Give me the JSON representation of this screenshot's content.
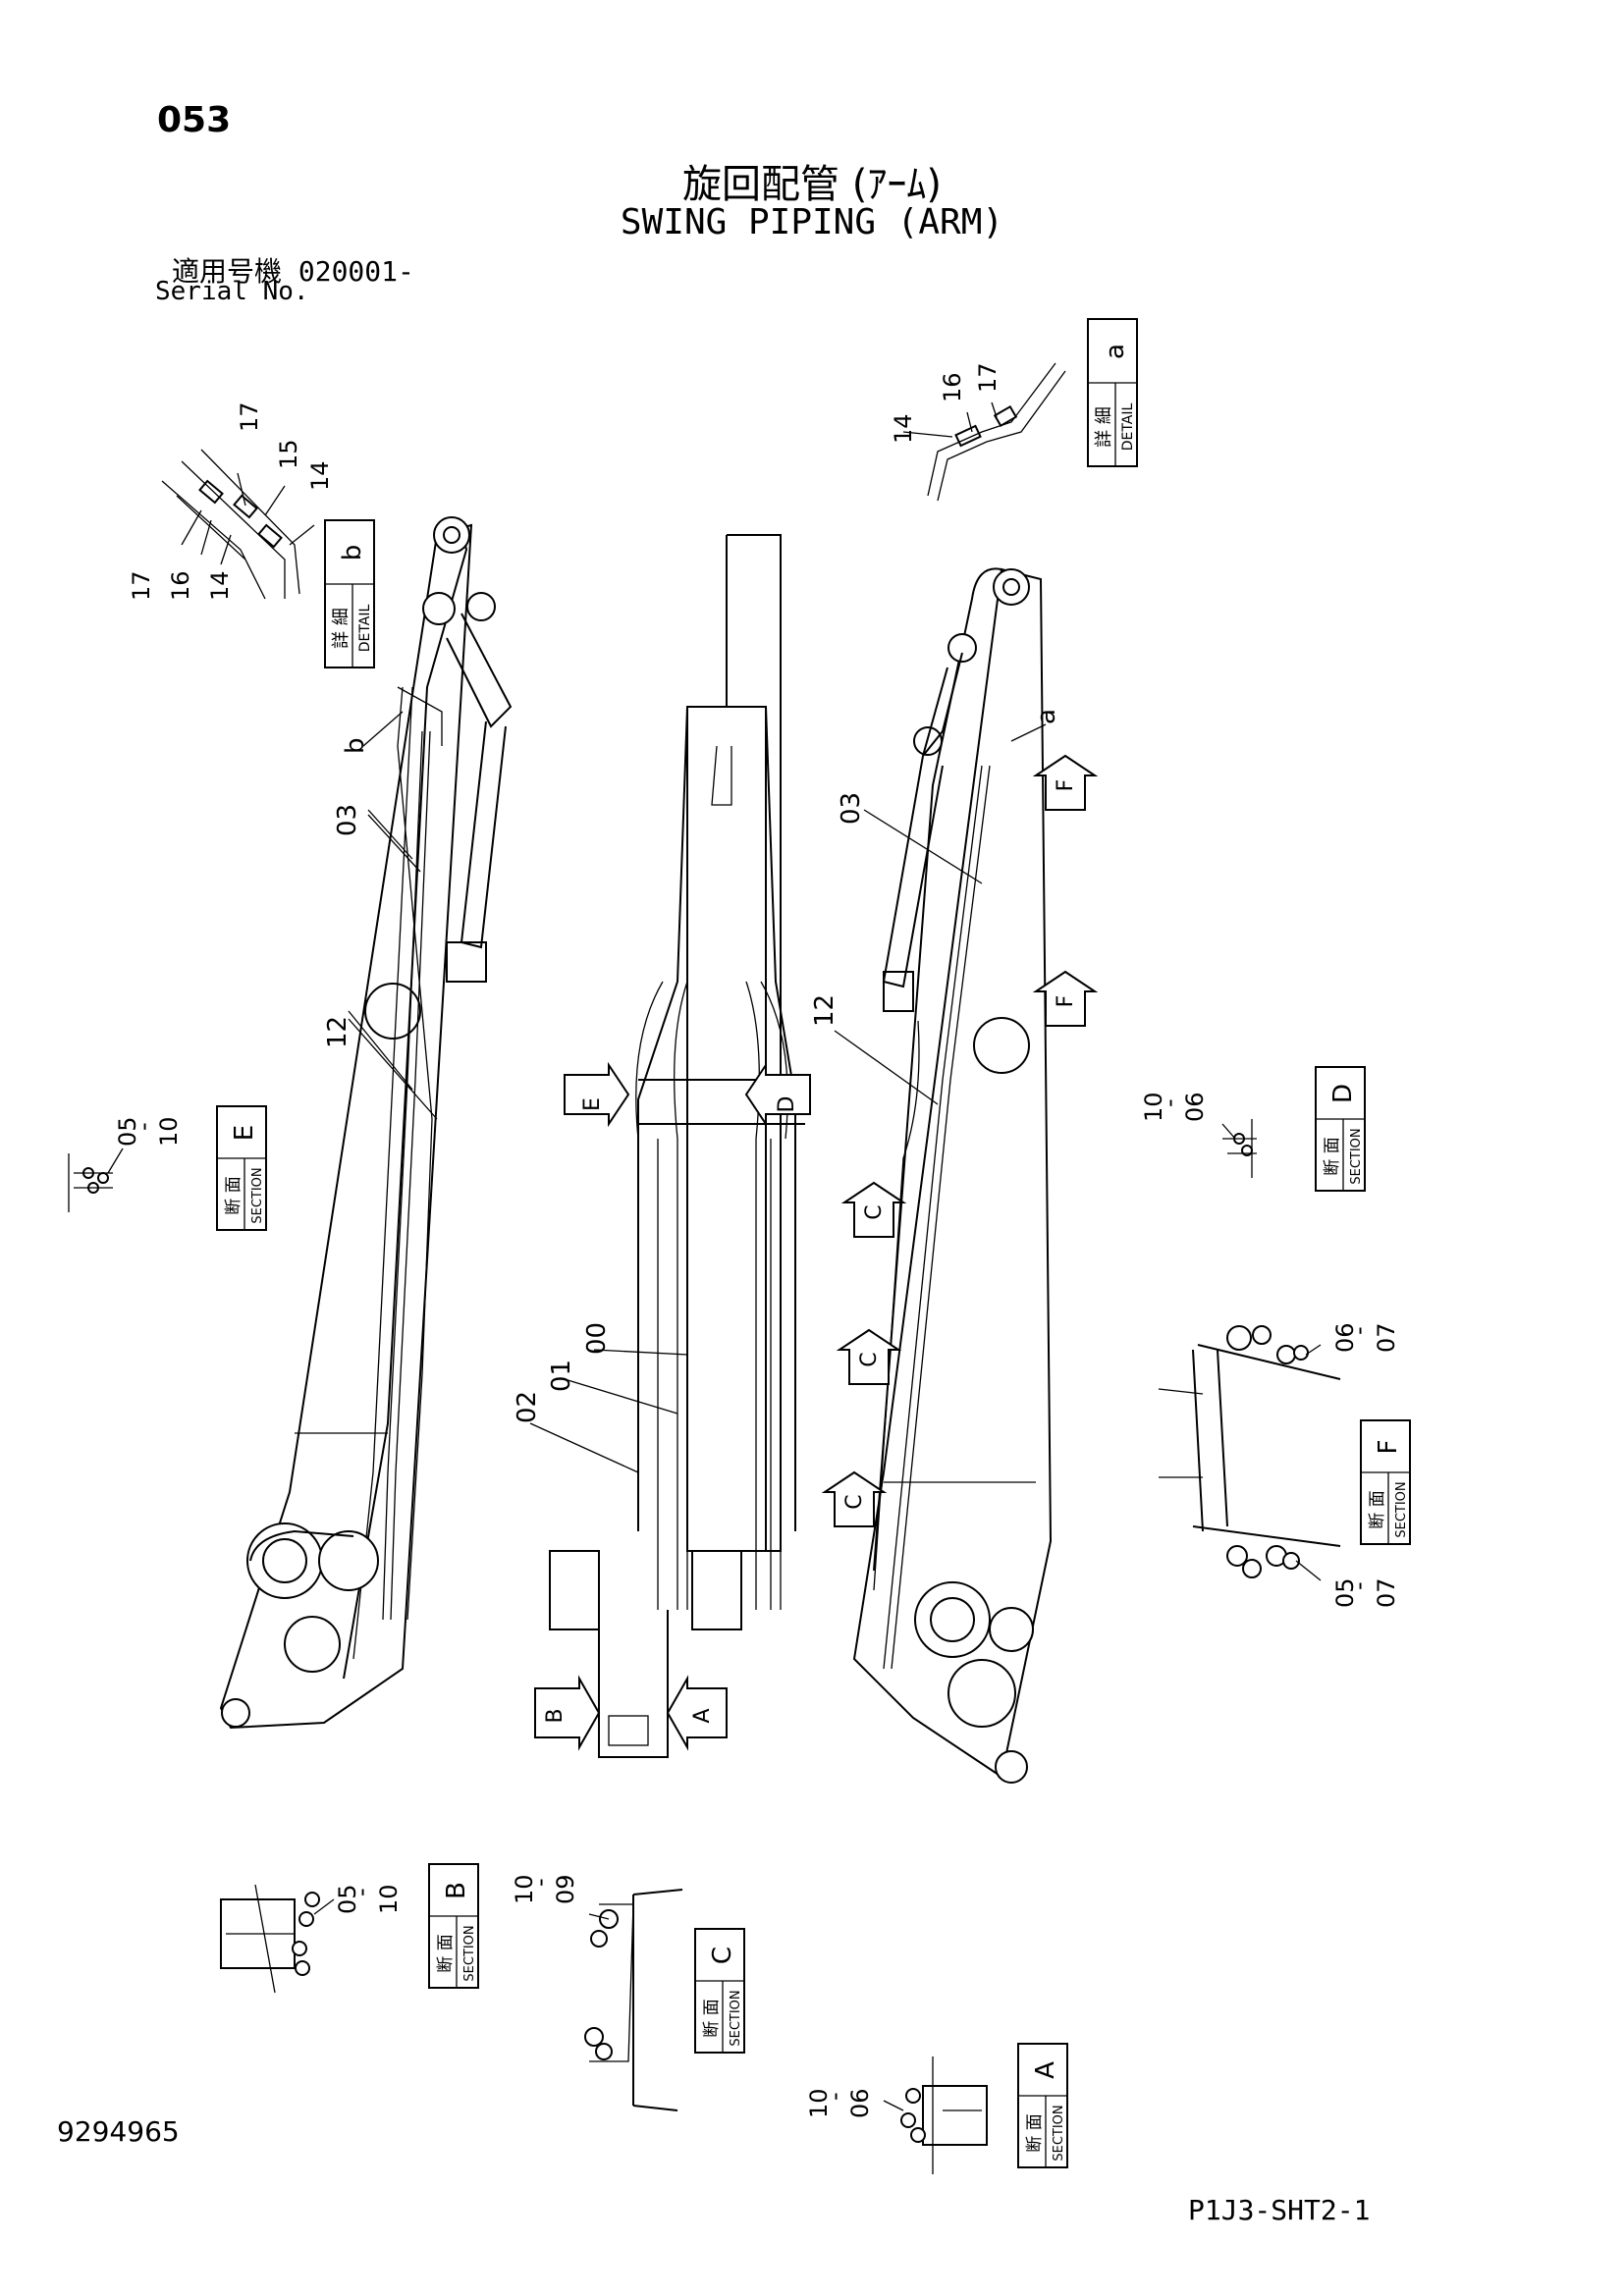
{
  "page_number": "053",
  "title_jp": "旋回配管 (ｱｰﾑ)",
  "title_en": "SWING PIPING (ARM)",
  "serial_jp": "適用号機  020001-",
  "serial_en": "Serial No.",
  "doc_number": "9294965",
  "sheet_code": "P1J3-SHT2-1",
  "box_labels": {
    "detail_jp": "詳 細",
    "detail_en": "DETAIL",
    "section_jp": "断 面",
    "section_en": "SECTION"
  },
  "details": [
    {
      "letter": "a",
      "callouts": [
        "14",
        "16",
        "17"
      ]
    },
    {
      "letter": "b",
      "callouts": [
        "17",
        "15",
        "14",
        "17",
        "16",
        "14"
      ]
    }
  ],
  "sections": [
    {
      "letter": "E",
      "callouts": [
        "05",
        "-",
        "10"
      ]
    },
    {
      "letter": "D",
      "callouts": [
        "10",
        "-",
        "06"
      ]
    },
    {
      "letter": "F",
      "callouts": [
        "06",
        "-",
        "07",
        "05",
        "-",
        "07"
      ]
    },
    {
      "letter": "B",
      "callouts": [
        "05",
        "-",
        "10"
      ]
    },
    {
      "letter": "C",
      "callouts": [
        "10",
        "-",
        "09"
      ]
    },
    {
      "letter": "A",
      "callouts": [
        "10",
        "-",
        "06"
      ]
    }
  ],
  "main_callouts": [
    "b",
    "03",
    "12",
    "a",
    "03",
    "12",
    "00",
    "01",
    "02"
  ],
  "view_arrows": [
    "E",
    "D",
    "F",
    "F",
    "C",
    "C",
    "C",
    "B",
    "A"
  ]
}
